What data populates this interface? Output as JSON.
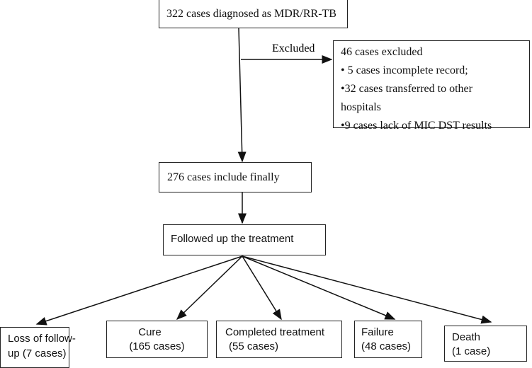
{
  "nodes": {
    "diagnosed": "322 cases diagnosed as MDR/RR-TB",
    "excluded_label": "Excluded",
    "excluded": {
      "title": "46 cases excluded",
      "items": [
        "• 5 cases incomplete record;",
        "•32 cases transferred to other",
        "hospitals",
        "•9 cases lack of MIC DST results"
      ]
    },
    "included": "276 cases include finally",
    "followed": "Followed up the treatment",
    "outcomes": {
      "loss": [
        "Loss of  follow-",
        "up (7 cases)"
      ],
      "cure": [
        "Cure",
        "(165 cases)"
      ],
      "completed": [
        "Completed treatment",
        "(55 cases)"
      ],
      "failure": [
        "Failure",
        "(48 cases)"
      ],
      "death": [
        "Death",
        "(1 case)"
      ]
    }
  }
}
